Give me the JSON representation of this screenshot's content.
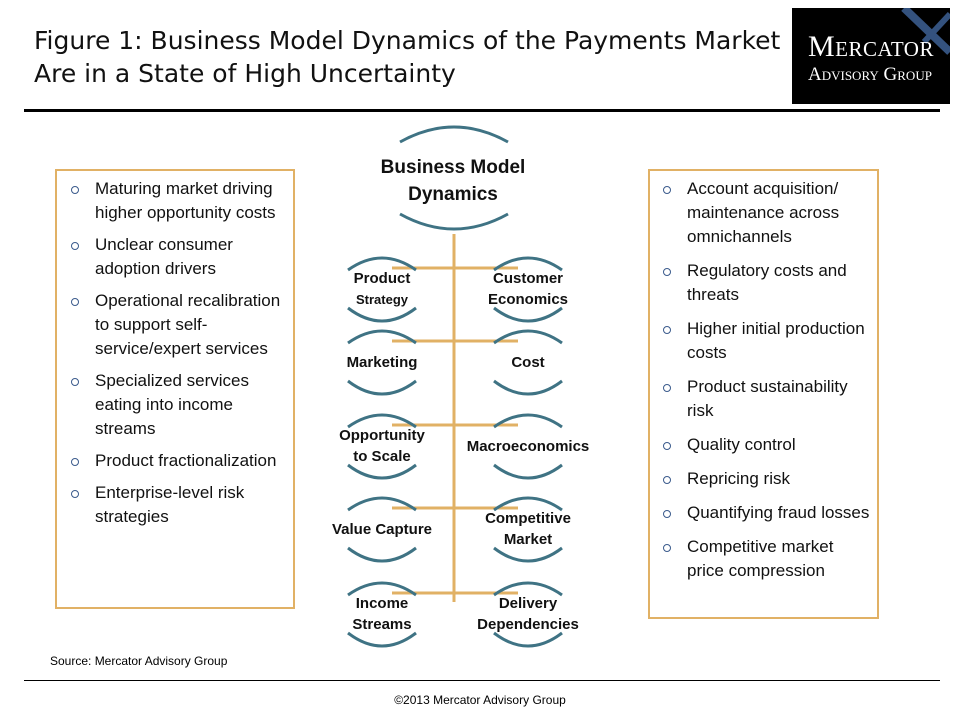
{
  "title": {
    "line1": "Figure 1: Business Model Dynamics of the Payments Market",
    "line2": "Are in a State of High Uncertainty"
  },
  "logo": {
    "line1": "Mercator",
    "line2": "Advisory Group"
  },
  "diagram": {
    "title_line1": "Business Model",
    "title_line2": "Dynamics",
    "rows": [
      {
        "left": [
          "Product",
          "Strategy"
        ],
        "right": [
          "Customer",
          "Economics"
        ]
      },
      {
        "left": [
          "Marketing"
        ],
        "right": [
          "Cost"
        ]
      },
      {
        "left": [
          "Opportunity",
          "to Scale"
        ],
        "right": [
          "Macroeconomics"
        ]
      },
      {
        "left": [
          "Value Capture"
        ],
        "right": [
          "Competitive",
          "Market"
        ]
      },
      {
        "left": [
          "Income",
          "Streams"
        ],
        "right": [
          "Delivery",
          "Dependencies"
        ]
      }
    ],
    "colors": {
      "stem": "#e1b165",
      "arc": "#3f7384"
    }
  },
  "left_list": [
    "Maturing market driving higher opportunity costs",
    "Unclear consumer adoption drivers",
    "Operational recalibration to support self-service/expert services",
    "Specialized services eating into income streams",
    "Product fractionalization",
    "Enterprise-level risk strategies"
  ],
  "right_list": [
    "Account acquisition/ maintenance across omnichannels",
    "Regulatory costs and threats",
    "Higher initial production costs",
    "Product sustainability risk",
    "Quality control",
    "Repricing risk",
    "Quantifying fraud losses",
    "Competitive market price compression"
  ],
  "source": "Source: Mercator Advisory Group",
  "copyright": "©2013 Mercator Advisory Group"
}
